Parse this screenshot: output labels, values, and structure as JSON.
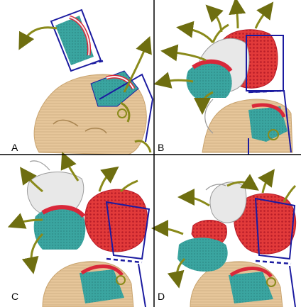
{
  "figure": {
    "panels": [
      {
        "label": "A"
      },
      {
        "label": "B"
      },
      {
        "label": "C"
      },
      {
        "label": "D"
      }
    ]
  },
  "colors": {
    "background": "#ffffff",
    "divider": "#000000",
    "skin": "#e6c69a",
    "skin_shadow": "#c9a46f",
    "tissue_teal": "#3aa5a0",
    "tissue_red": "#d9283a",
    "skull_white": "#e8e8e8",
    "frame_blue": "#1b1ba0",
    "arrow_olive": "#8a8a1a"
  }
}
